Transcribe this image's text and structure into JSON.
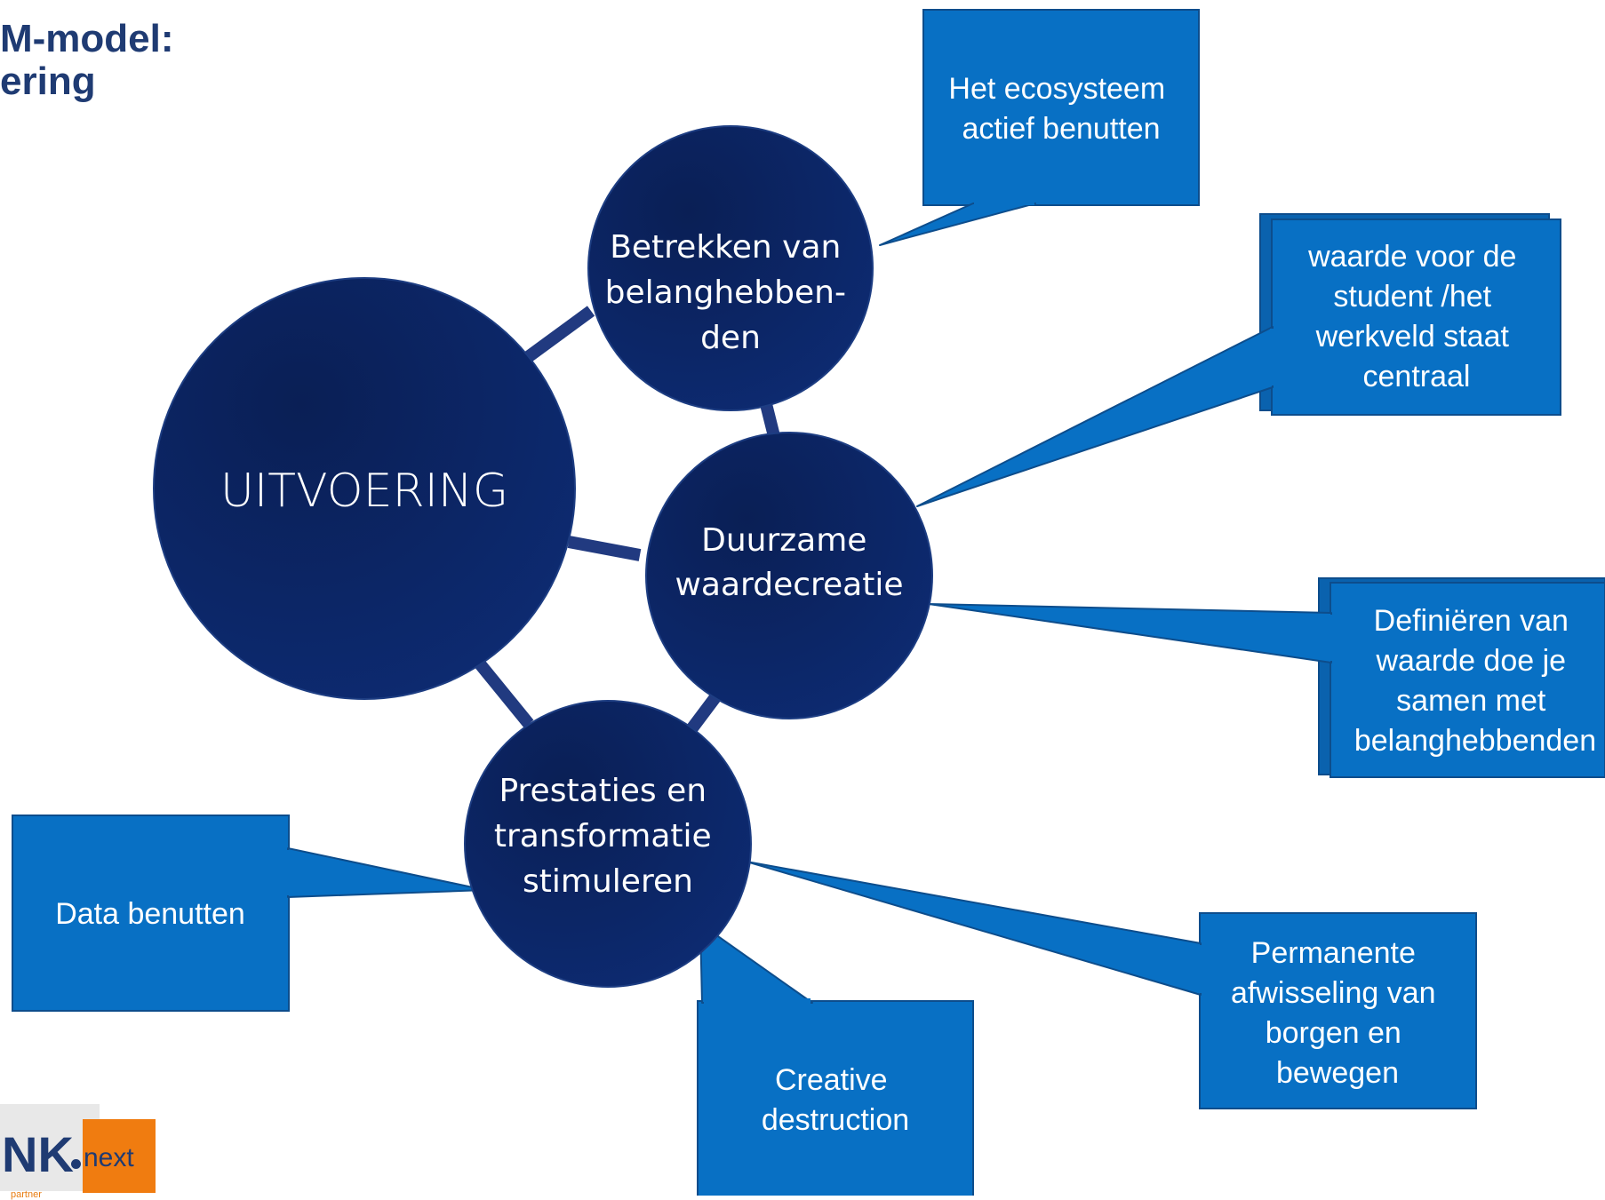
{
  "header": {
    "title_line1": "M-model:",
    "title_line2": "ering"
  },
  "diagram": {
    "main_circle": {
      "label": "UITVOERING"
    },
    "nodes": {
      "belanghebbenden": {
        "lines": [
          "Betrekken van",
          "belanghebben-",
          "den"
        ]
      },
      "waardecreatie": {
        "lines": [
          "Duurzame",
          "waardecreatie"
        ]
      },
      "prestaties": {
        "lines": [
          "Prestaties en",
          "transformatie",
          "stimuleren"
        ]
      }
    },
    "callouts": {
      "ecosysteem": {
        "lines": [
          "Het ecosysteem",
          "actief benutten"
        ]
      },
      "student": {
        "lines": [
          "waarde voor de",
          "student /het",
          "werkveld staat",
          "centraal"
        ]
      },
      "definieren": {
        "lines": [
          "Definiëren van",
          "waarde doe je",
          "samen met",
          "belanghebbenden"
        ]
      },
      "data": {
        "lines": [
          "Data benutten"
        ]
      },
      "creative": {
        "lines": [
          "Creative",
          "destruction"
        ]
      },
      "permanente": {
        "lines": [
          "Permanente",
          "afwisseling van",
          "borgen en",
          "bewegen"
        ]
      }
    },
    "colors": {
      "circle_fill": "#0b2260",
      "circle_stroke": "#1d3d82",
      "connector": "#213a80",
      "callout_fill": "#0870c4",
      "callout_stroke": "#0d4d8c",
      "text_light": "#ffffff"
    }
  },
  "logo": {
    "text": "NK",
    "suffix": "next",
    "subtext": "partner",
    "accent": "#f07c10"
  }
}
